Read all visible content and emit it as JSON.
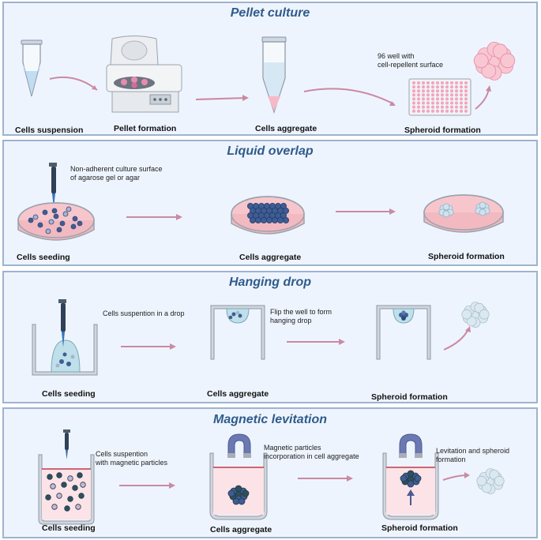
{
  "panels": [
    {
      "title": "Pellet culture",
      "labels": [
        "Cells suspension",
        "Pellet formation",
        "Cells aggregate",
        "Spheroid formation"
      ],
      "notes": [
        "96 well with",
        "cell-repellent surface"
      ]
    },
    {
      "title": "Liquid overlap",
      "labels": [
        "Cells seeding",
        "Cells aggregate",
        "Spheroid formation"
      ],
      "notes": [
        "Non-adherent culture surface",
        "of agarose gel or agar"
      ]
    },
    {
      "title": "Hanging drop",
      "labels": [
        "Cells seeding",
        "Cells aggregate",
        "Spheroid formation"
      ],
      "notes": [
        "Cells suspention in a drop",
        "Flip the well to form",
        "hanging drop"
      ]
    },
    {
      "title": "Magnetic levitation",
      "labels": [
        "Cells seeding",
        "Cells aggregate",
        "Spheroid formation"
      ],
      "notes": [
        "Cells suspention",
        "with magnetic particles",
        "Magnetic particles",
        "incorporation in cell aggregate",
        "Levitation and spheroid",
        "formation"
      ]
    }
  ],
  "colors": {
    "panel_bg": "#eef4fd",
    "panel_border": "#9db3cf",
    "title": "#2f5b8c",
    "arrow": "#c98aa3",
    "cell_dark": "#3f5d93",
    "medium_pink": "#f4c9cf",
    "magnet": "#6b79b3"
  }
}
